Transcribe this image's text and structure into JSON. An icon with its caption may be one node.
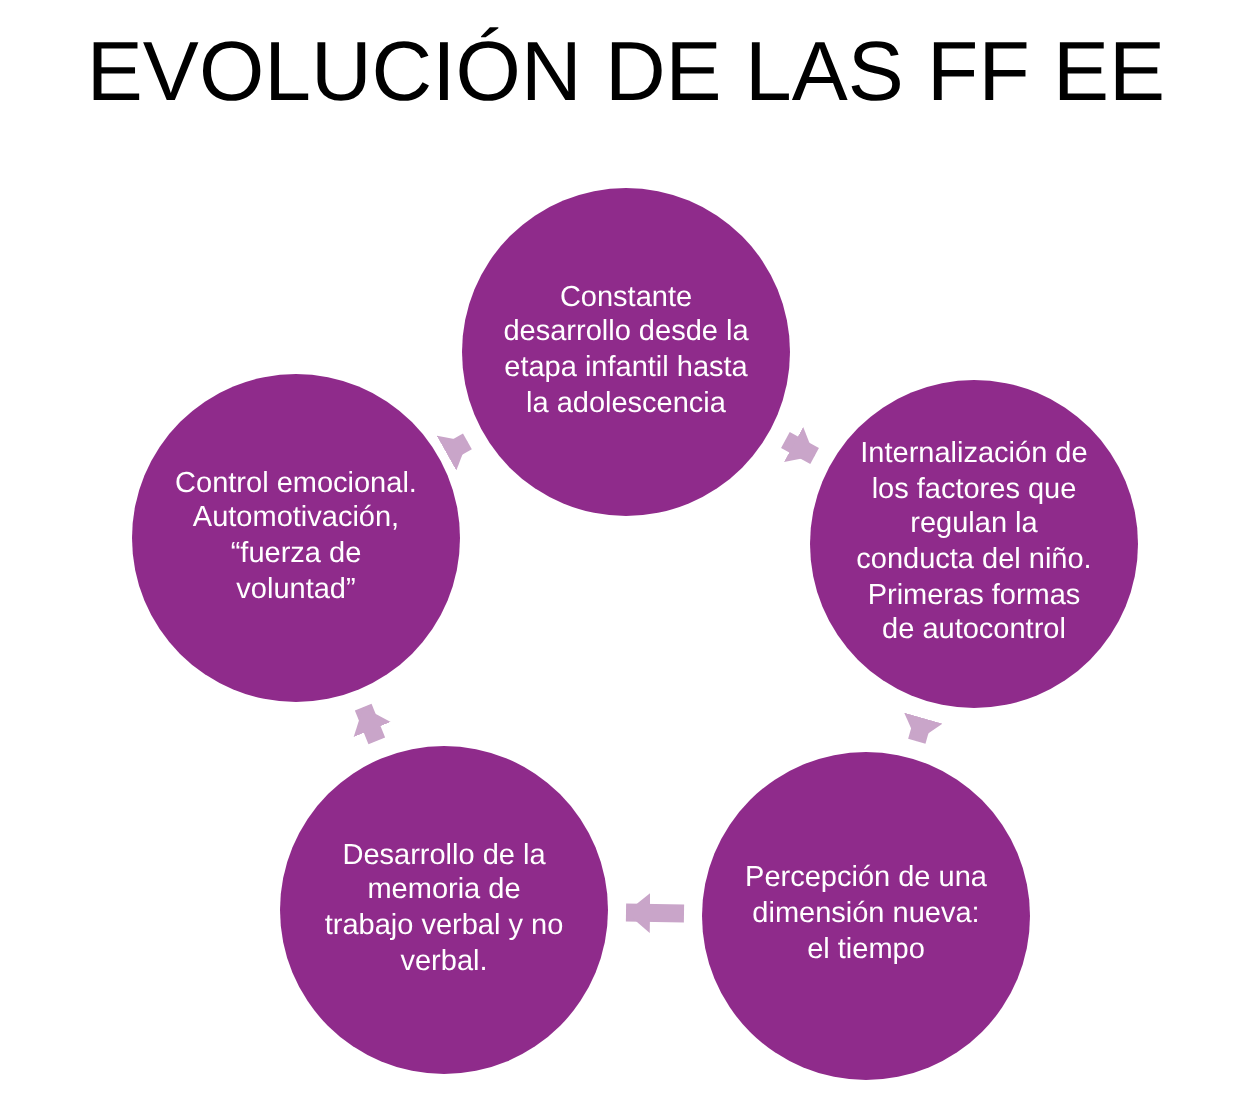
{
  "diagram": {
    "title": "EVOLUCIÓN DE LAS FF EE",
    "nodes": [
      {
        "text": [
          "Constante desarrollo desde la etapa infantil hasta la adolescencia"
        ]
      },
      {
        "text": [
          "Internalización de los factores que regulan la conducta del niño. Primeras formas de autocontrol"
        ]
      },
      {
        "text": [
          "Percepción de una dimensión nueva: el tiempo"
        ]
      },
      {
        "text": [
          "Desarrollo de la memoria de trabajo verbal y no verbal."
        ]
      },
      {
        "text": [
          "Control emocional. Automotivación, “fuerza de voluntad”"
        ]
      }
    ],
    "edges": [
      {
        "from": 0,
        "to": 1,
        "arrow": "to"
      },
      {
        "from": 1,
        "to": 2,
        "arrow": "to"
      },
      {
        "from": 2,
        "to": 3,
        "arrow": "to"
      },
      {
        "from": 3,
        "to": 4,
        "arrow": "to"
      },
      {
        "from": 4,
        "to": 0,
        "arrow": "to"
      }
    ]
  }
}
